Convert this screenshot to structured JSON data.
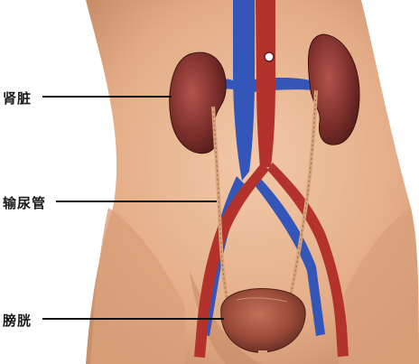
{
  "labels": {
    "kidney": "肾脏",
    "ureter": "输尿管",
    "bladder": "膀胱"
  },
  "colors": {
    "skin": "#e8b895",
    "skin_shadow": "#c9906f",
    "kidney": "#7a2d2a",
    "kidney_highlight": "#b5524b",
    "vein": "#3356b8",
    "artery": "#b3322c",
    "ureter": "#d9a47b",
    "bladder": "#9a4a38"
  }
}
